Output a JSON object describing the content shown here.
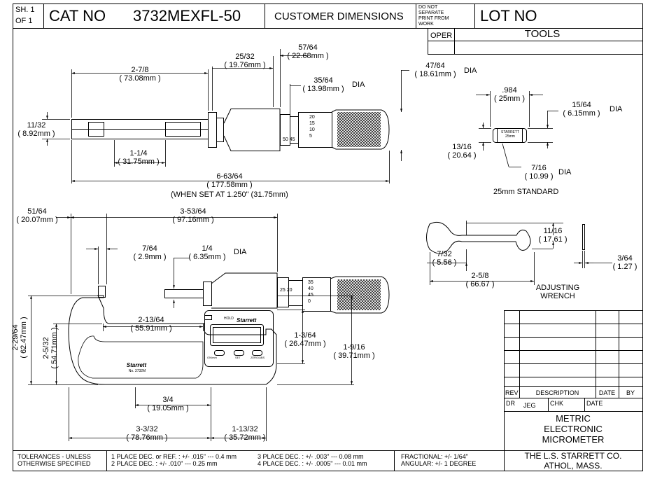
{
  "header": {
    "sheet_label": "SH.",
    "sheet_value": "1",
    "of_label": "OF",
    "of_value": "1",
    "cat_label": "CAT NO",
    "cat_number": "3732MEXFL-50",
    "customer_dims": "CUSTOMER DIMENSIONS",
    "do_not_separate": [
      "DO NOT",
      "SEPARATE",
      "PRINT FROM",
      "WORK"
    ],
    "lot_label": "LOT NO",
    "oper_label": "OPER",
    "tools_label": "TOOLS"
  },
  "top_view": {
    "d_2_7_8": "2-7/8",
    "d_2_7_8_mm": "( 73.08mm )",
    "d_25_32": "25/32",
    "d_25_32_mm": "( 19.76mm )",
    "d_57_64": "57/64",
    "d_57_64_mm": "( 22.68mm )",
    "d_35_64": "35/64",
    "d_35_64_mm": "( 13.98mm )",
    "dia1": "DIA",
    "d_47_64": "47/64",
    "d_47_64_mm": "( 18.61mm )",
    "dia2": "DIA",
    "d_11_32": "11/32",
    "d_11_32_mm": "( 8.92mm )",
    "d_1_1_4": "1-1/4",
    "d_1_1_4_mm": "( 31.75mm )",
    "d_6_63_64": "6-63/64",
    "d_6_63_64_mm": "( 177.58mm )",
    "when_set": "(WHEN SET AT 1.250\" (31.75mm)",
    "thimble_marks": [
      "20",
      "15",
      "10",
      "5"
    ],
    "sleeve_marks": [
      "50",
      "45"
    ]
  },
  "standard": {
    "d_984": ".984",
    "d_984_mm": "( 25mm )",
    "d_15_64": "15/64",
    "d_15_64_mm": "( 6.15mm )",
    "dia": "DIA",
    "d_13_16": "13/16",
    "d_13_16_mm": "( 20.64 )",
    "d_7_16": "7/16",
    "d_7_16_mm": "( 10.99 )",
    "dia2": "DIA",
    "rod_text": "STARRETT",
    "rod_text2": "25mm",
    "caption": "25mm STANDARD"
  },
  "wrench": {
    "d_11_16": "11/16",
    "d_11_16_mm": "( 17.61 )",
    "d_7_32": "7/32",
    "d_7_32_mm": "( 5.56 )",
    "d_3_64": "3/64",
    "d_3_64_mm": "( 1.27 )",
    "d_2_5_8": "2-5/8",
    "d_2_5_8_mm": "( 66.67 )",
    "caption1": "ADJUSTING",
    "caption2": "WRENCH"
  },
  "side_view": {
    "d_51_64": "51/64",
    "d_51_64_mm": "( 20.07mm )",
    "d_3_53_64": "3-53/64",
    "d_3_53_64_mm": "( 97.16mm )",
    "d_7_64": "7/64",
    "d_7_64_mm": "( 2.9mm )",
    "d_1_4": "1/4",
    "d_1_4_mm": "( 6.35mm )",
    "dia": "DIA",
    "d_2_29_64": "2-29/64",
    "d_2_29_64_mm": "( 62.47mm )",
    "d_2_5_32": "2-5/32",
    "d_2_5_32_mm": "( 54.71mm )",
    "d_2_13_64": "2-13/64",
    "d_2_13_64_mm": "( 55.91mm )",
    "d_1_3_64": "1-3/64",
    "d_1_3_64_mm": "( 26.47mm )",
    "d_1_9_16": "1-9/16",
    "d_1_9_16_mm": "( 39.71mm )",
    "d_3_4": "3/4",
    "d_3_4_mm": "( 19.05mm )",
    "d_3_3_32": "3-3/32",
    "d_3_3_32_mm": "( 78.76mm )",
    "d_1_13_32": "1-13/32",
    "d_1_13_32_mm": "( 35.72mm )",
    "frame_logo": "Starrett",
    "frame_model": "No. 3732M",
    "display_logo": "Starrett",
    "hold_label": "HOLD",
    "btn_labels": [
      "ON/mm",
      "SET",
      "ZERO/ABS"
    ],
    "thimble_marks": [
      "35",
      "40",
      "45",
      "0"
    ],
    "sleeve_marks": [
      "25",
      "20"
    ]
  },
  "revision_table": {
    "rev_label": "REV",
    "description_label": "DESCRIPTION",
    "date_label": "DATE",
    "by_label": "BY",
    "dr_label": "DR",
    "dr_value": "JEG",
    "chk_label": "CHK",
    "date2_label": "DATE",
    "title_lines": [
      "METRIC",
      "ELECTRONIC",
      "MICROMETER"
    ],
    "company": "THE L.S. STARRETT CO.",
    "city": "ATHOL, MASS."
  },
  "tolerances": {
    "line1": "TOLERANCES - UNLESS",
    "line2": "OTHERWISE SPECIFIED",
    "p1a": "1 PLACE DEC. or REF. :  +/- .015\" --- 0.4 mm",
    "p1b": "2 PLACE DEC. :  +/- .010\" --- 0.25 mm",
    "p3a": "3 PLACE DEC. :  +/- .003\" --- 0.08 mm",
    "p3b": "4 PLACE DEC. :  +/- .0005\" --- 0.01 mm",
    "fractional": "FRACTIONAL: +/- 1/64\"",
    "angular": "ANGULAR:  +/- 1 DEGREE"
  }
}
